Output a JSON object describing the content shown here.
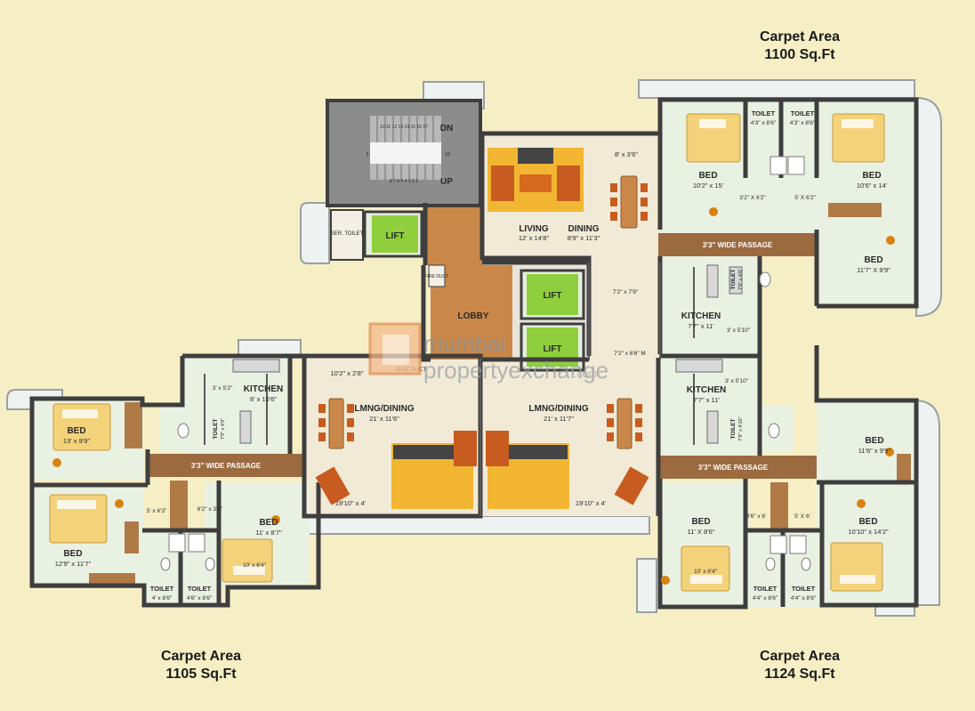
{
  "carpet_areas": {
    "top_right": {
      "label": "Carpet Area",
      "value": "1100 Sq.Ft"
    },
    "bottom_left": {
      "label": "Carpet Area",
      "value": "1105 Sq.Ft"
    },
    "bottom_right": {
      "label": "Carpet Area",
      "value": "1124 Sq.Ft"
    }
  },
  "core": {
    "stair_dn": "DN",
    "stair_up": "UP",
    "stair_steps_top": "10 11 12 13 14 15 16 17",
    "stair_steps_bottom": "8 7 6 5 4 3 2 1",
    "stair_landing_left": "9",
    "stair_landing_right": "18",
    "ser_toilet": "SER. TOILET",
    "lift_1": "LIFT",
    "lift_2": "LIFT",
    "lift_3": "LIFT",
    "lobby": "LOBBY",
    "fire_duct": "FIRE DUCT",
    "elec_duct": "ELEC DUCT"
  },
  "unit_top": {
    "living_name": "LIVING",
    "living_dim": "12' x 14'8\"",
    "dining_name": "DINING",
    "dining_dim": "8'9\" x 11'3\"",
    "dim_8x36": "8' x 3'6\"",
    "bed1_name": "BED",
    "bed1_dim": "10'2\" x 15'",
    "bed2_name": "BED",
    "bed2_dim": "10'6\" x 14'",
    "bed3_name": "BED",
    "bed3_dim": "11'7\" X 9'9\"",
    "toilet1_name": "TOILET",
    "toilet1_dim": "4'3\" x 8'6\"",
    "toilet2_name": "TOILET",
    "toilet2_dim": "4'3\" x 8'6\"",
    "dim_32x62": "3'2\" X 6'2\"",
    "dim_5x62": "5' X 6'2\"",
    "passage": "3'3\" WIDE PASSAGE",
    "kitchen_name": "KITCHEN",
    "kitchen_dim": "7'7\" x 11'",
    "toilet3_name": "TOILET",
    "toilet3_dim": "7'9\" x 4'8\"",
    "dim_3x510": "3' x 5'10\"",
    "dim_72x79": "7'2\" x 7'9\""
  },
  "unit_left": {
    "lmng_name": "LMNG/DINING",
    "lmng_dim": "21' x 11'6\"",
    "dim_102x28": "10'2\" x 2'8\"",
    "kitchen_name": "KITCHEN",
    "kitchen_dim": "8' x 10'6\"",
    "dim_3x52": "3' x 5'2\"",
    "toilet_name": "TOILET",
    "toilet_dim": "7'9\" x 4'9\"",
    "passage": "3'3\" WIDE PASSAGE",
    "bed1_name": "BED",
    "bed1_dim": "13' x 9'9\"",
    "bed2_name": "BED",
    "bed2_dim": "12'9\" x 11'7\"",
    "bed3_name": "BED",
    "bed3_dim": "11' x 8'7\"",
    "dim_10x64": "10' x 6'4\"",
    "dim_5x63": "5' x 6'3\"",
    "dim_62x38": "6'2\" x 3'8\"",
    "toilet1_name": "TOILET",
    "toilet1_dim": "4' x 8'6\"",
    "toilet2_name": "TOILET",
    "toilet2_dim": "4'6\" x 8'6\"",
    "balcony_dim": "19'10\" x 4'"
  },
  "unit_right": {
    "lmng_name": "LMNG/DINING",
    "lmng_dim": "21' x 11'7\"",
    "dim_72x66": "7'2\" x 6'6\" M",
    "kitchen_name": "KITCHEN",
    "kitchen_dim": "7'7\" x 11'",
    "dim_3x510": "3' x 5'10\"",
    "toilet_name": "TOILET",
    "toilet_dim": "7'9\" x 4'10\"",
    "passage": "3'3\" WIDE PASSAGE",
    "bed1_name": "BED",
    "bed1_dim": "11'6\" x 9'9\"",
    "bed2_name": "BED",
    "bed2_dim": "11' X 8'6\"",
    "bed3_name": "BED",
    "bed3_dim": "10'10\" x 14'2\"",
    "dim_10x64": "10' x 6'4\"",
    "dim_36x6": "3'6\" x 6'",
    "dim_5x6": "5' X 6'",
    "toilet1_name": "TOILET",
    "toilet1_dim": "4'4\" x 8'6\"",
    "toilet2_name": "TOILET",
    "toilet2_dim": "4'4\" x 8'6\"",
    "balcony_dim": "19'10\" x 4'"
  },
  "watermark": {
    "line1": "mumbai",
    "line2": "propertyexchange",
    "suffix": ".com"
  },
  "colors": {
    "background": "#f6efc6",
    "room_green": "#e9f1e2",
    "living_floor": "#f1ead6",
    "wall": "#3e3e3e",
    "passage_brown": "#9b6a3f",
    "lift_green": "#8fcf3e",
    "stair_gray": "#8c8c8c",
    "lobby_wood": "#c9884a",
    "bed_yellow": "#f3d27a",
    "sofa_orange": "#f2b632"
  }
}
